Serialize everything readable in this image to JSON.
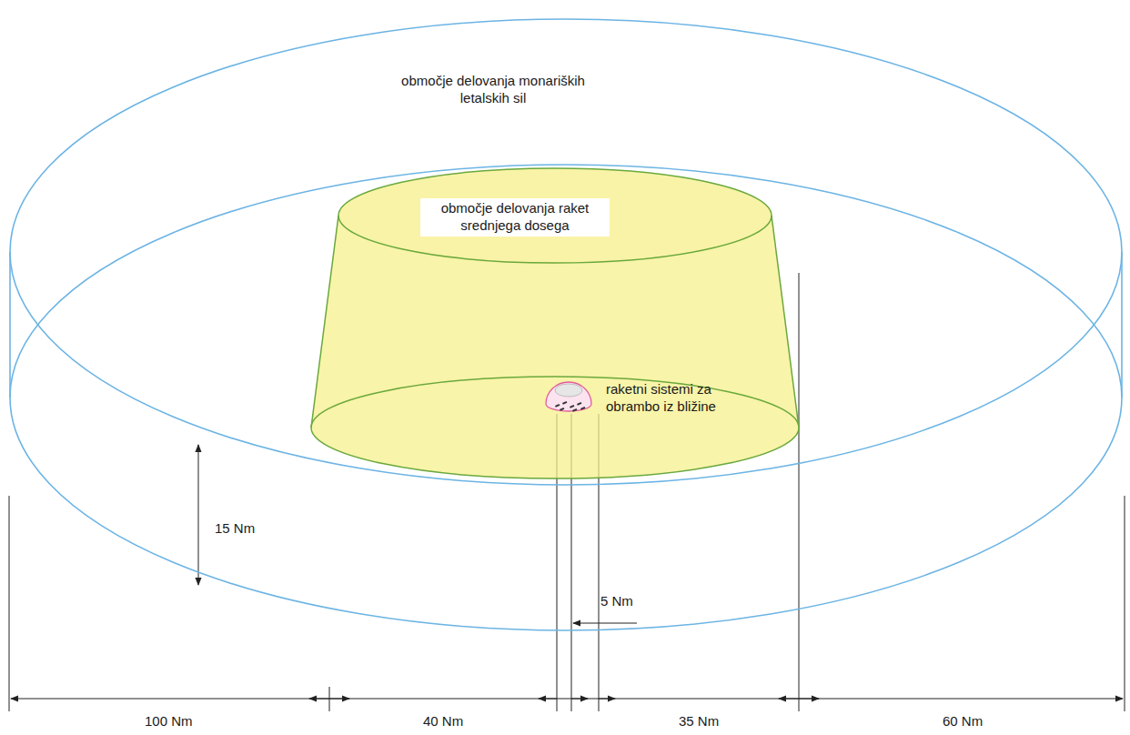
{
  "diagram": {
    "nodes": [
      {
        "text": [
          "območje delovanja monariških letalskih sil"
        ]
      },
      {
        "text": [
          "območje delovanja raket srednjega dosega"
        ],
        "in": 0
      },
      {
        "text": [
          "raketni sistemi za obrambo iz bližine"
        ],
        "in": 1
      }
    ],
    "labels": [
      "15 Nm",
      "5 Nm",
      "100 Nm",
      "40 Nm",
      "35 Nm",
      "60 Nm"
    ]
  }
}
